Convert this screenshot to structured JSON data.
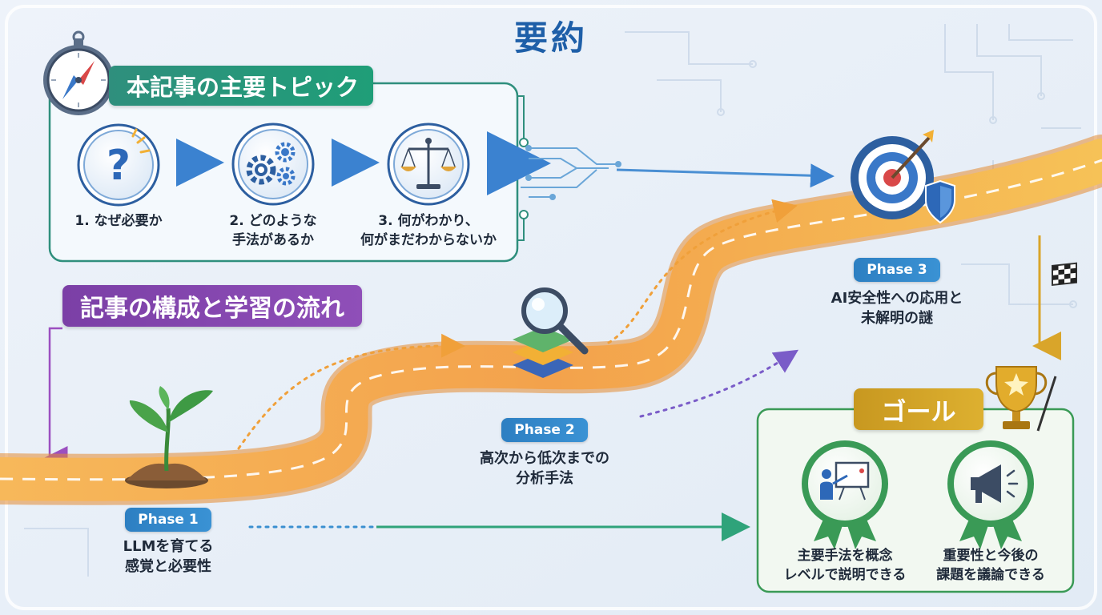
{
  "title": "要約",
  "topics": {
    "header": "本記事の主要トピック",
    "items": [
      {
        "label": "1. なぜ必要か",
        "icon": "question-icon"
      },
      {
        "label": "2. どのような\n手法があるか",
        "icon": "gears-icon"
      },
      {
        "label": "3. 何がわかり、\n何がまだわからないか",
        "icon": "scales-icon"
      }
    ]
  },
  "structure": {
    "header": "記事の構成と学習の流れ",
    "phases": [
      {
        "tag": "Phase 1",
        "desc": "LLMを育てる\n感覚と必要性",
        "icon": "sprout-icon"
      },
      {
        "tag": "Phase 2",
        "desc": "高次から低次までの\n分析手法",
        "icon": "magnifier-layers-icon"
      },
      {
        "tag": "Phase 3",
        "desc": "AI安全性への応用と\n未解明の謎",
        "icon": "target-shield-icon"
      }
    ]
  },
  "goal": {
    "header": "ゴール",
    "items": [
      {
        "label": "主要手法を概念\nレベルで説明できる",
        "icon": "presenter-medal-icon"
      },
      {
        "label": "重要性と今後の\n課題を議論できる",
        "icon": "megaphone-medal-icon"
      }
    ]
  },
  "colors": {
    "title": "#1e5fa8",
    "topics_accent": "#2f8f7d",
    "structure_accent": "#7b3fa6",
    "goal_accent": "#c89820",
    "phase_badge": "#2d7fc2",
    "road": "#f2a94a"
  }
}
